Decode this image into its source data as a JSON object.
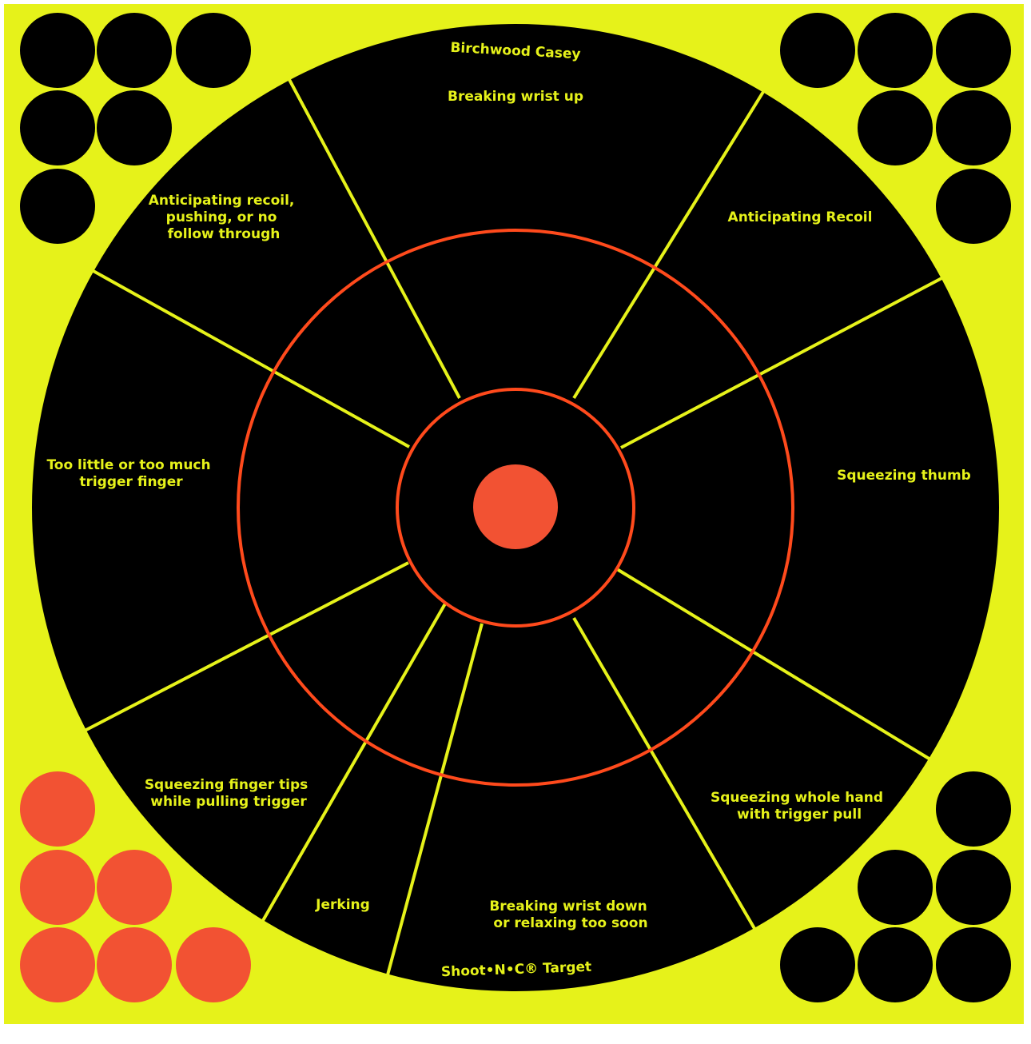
{
  "colors": {
    "background_yellow": "#e6f21a",
    "black": "#000000",
    "red_ring": "#ff4a1c",
    "bullseye": "#f25233",
    "divider_yellow": "#e6f21a",
    "label_text": "#e6f21a",
    "orange_sticker": "#f25233"
  },
  "branding": {
    "top": "Birchwood Casey",
    "bottom": "Shoot•N•C® Target"
  },
  "zones": [
    {
      "name": "top",
      "label_lines": [
        "Breaking wrist up"
      ]
    },
    {
      "name": "top-right",
      "label_lines": [
        "Anticipating Recoil"
      ]
    },
    {
      "name": "right",
      "label_lines": [
        "Squeezing thumb"
      ]
    },
    {
      "name": "bottom-right",
      "label_lines": [
        "Squeezing whole hand",
        "with trigger pull"
      ]
    },
    {
      "name": "bottom",
      "label_lines": [
        "Breaking wrist down",
        "or relaxing too soon"
      ]
    },
    {
      "name": "bottom-left-narrow",
      "label_lines": [
        "Jerking"
      ]
    },
    {
      "name": "bottom-left",
      "label_lines": [
        "Squeezing finger tips",
        "while pulling trigger"
      ]
    },
    {
      "name": "left",
      "label_lines": [
        "Too little or too much",
        "trigger finger"
      ]
    },
    {
      "name": "top-left",
      "label_lines": [
        "Anticipating recoil,",
        "pushing, or no",
        "follow through"
      ]
    }
  ],
  "stickers": {
    "top_left_count": 6,
    "top_right_count": 6,
    "bottom_left_count": 6,
    "bottom_right_count": 6,
    "bottom_left_color": "orange"
  }
}
